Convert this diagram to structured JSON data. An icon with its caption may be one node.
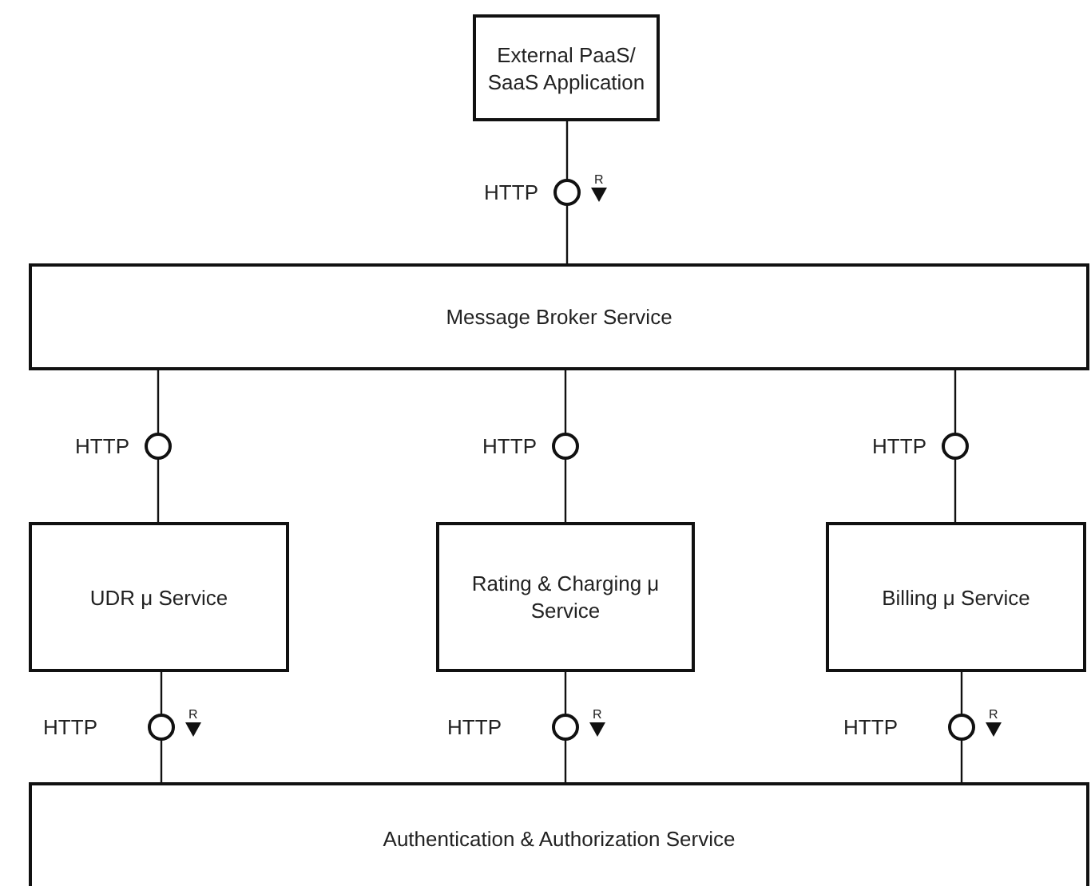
{
  "diagram": {
    "nodes": [
      {
        "text": [
          "External PaaS/ SaaS Application"
        ]
      },
      {
        "text": [
          "Message Broker Service"
        ]
      },
      {
        "text": [
          "UDR μ Service"
        ]
      },
      {
        "text": [
          "Rating & Charging μ Service"
        ]
      },
      {
        "text": [
          "Billing μ Service"
        ]
      },
      {
        "text": [
          "Authentication & Authorization Service"
        ]
      }
    ],
    "edges": [
      {
        "from": 0,
        "to": 1,
        "arrow": "none",
        "label": "HTTP"
      },
      {
        "from": 1,
        "to": 2,
        "arrow": "none",
        "label": "HTTP"
      },
      {
        "from": 1,
        "to": 3,
        "arrow": "none",
        "label": "HTTP"
      },
      {
        "from": 1,
        "to": 4,
        "arrow": "none",
        "label": "HTTP"
      },
      {
        "from": 2,
        "to": 5,
        "arrow": "none",
        "label": "HTTP"
      },
      {
        "from": 3,
        "to": 5,
        "arrow": "none",
        "label": "HTTP"
      },
      {
        "from": 4,
        "to": 5,
        "arrow": "none",
        "label": "HTTP"
      }
    ],
    "labels": [
      "R",
      "R",
      "R",
      "R"
    ]
  }
}
